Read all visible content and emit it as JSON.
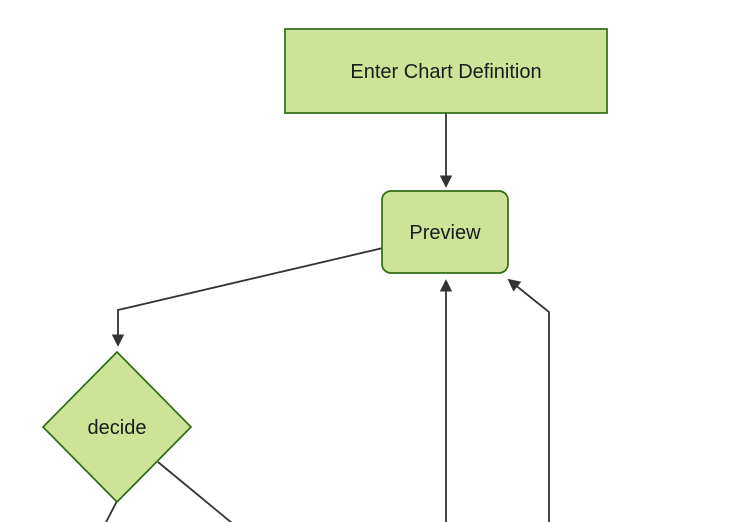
{
  "diagram": {
    "type": "flowchart",
    "direction": "top-down",
    "nodes": [
      {
        "id": "enter-chart-definition",
        "label": "Enter Chart Definition",
        "shape": "rectangle"
      },
      {
        "id": "preview",
        "label": "Preview",
        "shape": "rounded-rectangle"
      },
      {
        "id": "decide",
        "label": "decide",
        "shape": "diamond"
      }
    ],
    "edges": [
      {
        "from": "enter-chart-definition",
        "to": "preview",
        "style": "arrow"
      },
      {
        "from": "preview",
        "to": "decide",
        "style": "arrow"
      },
      {
        "from": "offscreen-bottom",
        "to": "preview",
        "style": "arrow",
        "note": "vertical line entering bottom center of Preview"
      },
      {
        "from": "offscreen-bottom",
        "to": "preview",
        "style": "arrow",
        "note": "elbow line entering bottom-right corner of Preview"
      },
      {
        "from": "decide",
        "to": "offscreen-bottom",
        "style": "line",
        "note": "leaves bottom vertex, exits frame"
      },
      {
        "from": "decide",
        "to": "offscreen-bottom",
        "style": "line",
        "note": "leaves lower-right edge, exits frame"
      }
    ]
  },
  "theme": {
    "background": "#ffffff",
    "node_fill": "#cde498",
    "node_stroke": "#2f6b18",
    "edge_color": "#333333",
    "text_color": "#1a1a1a"
  }
}
